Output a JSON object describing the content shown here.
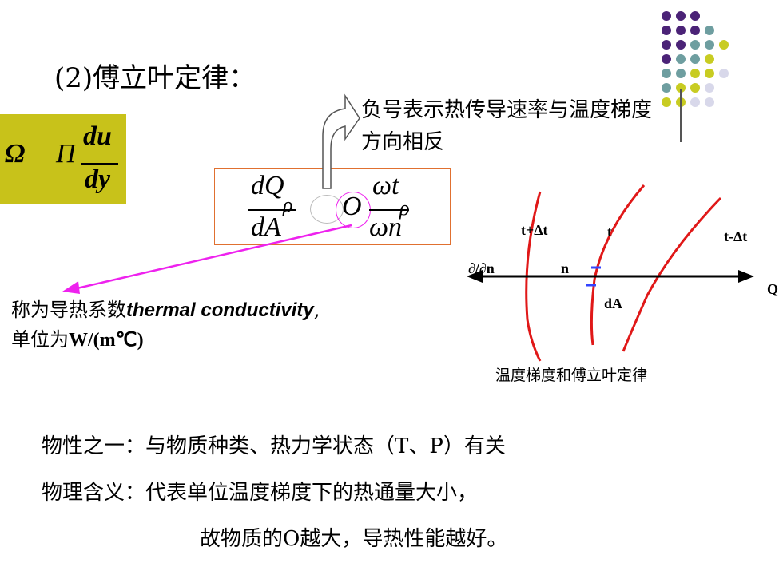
{
  "slide": {
    "title": "(2)傅立叶定律：",
    "yellow_formula": {
      "omega": "Ω",
      "pi": "Π",
      "numerator": "du",
      "denominator": "dy"
    },
    "main_formula": {
      "lhs_numerator": "dQ",
      "lhs_denominator": "dA",
      "rho1": "ρ",
      "minus_symbol": "O",
      "rhs_numerator": "ωt",
      "rhs_denominator": "ωn",
      "rho2": "ρ"
    },
    "note_line1": "负号表示热传导速率与温度梯度",
    "note_line2": "方向相反",
    "conductivity_line1_cn": "称为导热系数",
    "conductivity_line1_en": "thermal conductivity",
    "conductivity_line1_comma": ",",
    "conductivity_line2_cn": "单位为",
    "conductivity_line2_unit": "W/(m℃)",
    "diagram": {
      "label_t_plus": "t+Δt",
      "label_t": "t",
      "label_t_minus": "t-Δt",
      "label_grad": "∂/∂n",
      "label_n": "n",
      "label_dA": "dA",
      "label_Q": "Q",
      "caption": "温度梯度和傅立叶定律"
    },
    "line1": "物性之一：与物质种类、热力学状态（T、P）有关",
    "line2": "物理含义：代表单位温度梯度下的热通量大小，",
    "line3": "故物质的O越大，导热性能越好。"
  },
  "colors": {
    "dot_purple": "#4b2377",
    "dot_teal": "#6e9ea0",
    "dot_yellow": "#c8cc22",
    "dot_lilac": "#d8d8ea",
    "yellow_box": "#c8c21a",
    "curve_red": "#e01818",
    "arrow_magenta": "#ee22ee",
    "dA_blue": "#3344ff"
  }
}
